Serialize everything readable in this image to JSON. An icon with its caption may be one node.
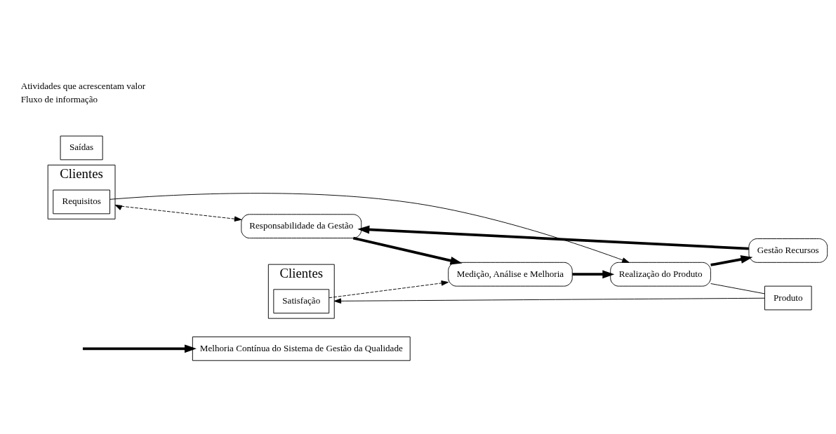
{
  "diagram": {
    "nodes": [
      {
        "text": [
          "Melhoria Contínua do Sistema de Gestão da Qualidade"
        ]
      },
      {
        "text": [
          "Clientes"
        ]
      },
      {
        "text": [
          "Requisitos"
        ],
        "in": 1
      },
      {
        "text": [
          "Responsabilidade da Gestão"
        ]
      },
      {
        "text": [
          "Gestão Recursos"
        ]
      },
      {
        "text": [
          "Medição, Análise e Melhoria"
        ]
      },
      {
        "text": [
          "Realização do Produto"
        ]
      },
      {
        "text": [
          "Clientes"
        ]
      },
      {
        "text": [
          "Satisfação"
        ],
        "in": 7
      },
      {
        "text": [
          "Saídas"
        ]
      },
      {
        "text": [
          "Produto"
        ]
      }
    ],
    "edges": [
      {
        "from": 1,
        "to": 3,
        "arrow": "both",
        "style": "dashed"
      },
      {
        "from": 4,
        "to": 3,
        "arrow": "to",
        "style": "thick"
      },
      {
        "from": 3,
        "to": 5,
        "arrow": "to",
        "style": "thick"
      },
      {
        "from": 5,
        "to": 6,
        "arrow": "to",
        "style": "thick"
      },
      {
        "from": 6,
        "to": 4,
        "arrow": "to",
        "style": "thick"
      },
      {
        "from": null,
        "to": 0,
        "arrow": "to",
        "style": "thick"
      },
      {
        "from": 8,
        "to": 5,
        "arrow": "to",
        "style": "dashed"
      },
      {
        "from": 2,
        "to": 6,
        "arrow": "to"
      },
      {
        "from": 6,
        "to": 10,
        "arrow": "none"
      },
      {
        "from": 10,
        "to": 7,
        "arrow": "to"
      }
    ],
    "legend": [
      {
        "text": "Atividades que acrescentam valor"
      },
      {
        "text": "Fluxo de informação"
      }
    ]
  }
}
